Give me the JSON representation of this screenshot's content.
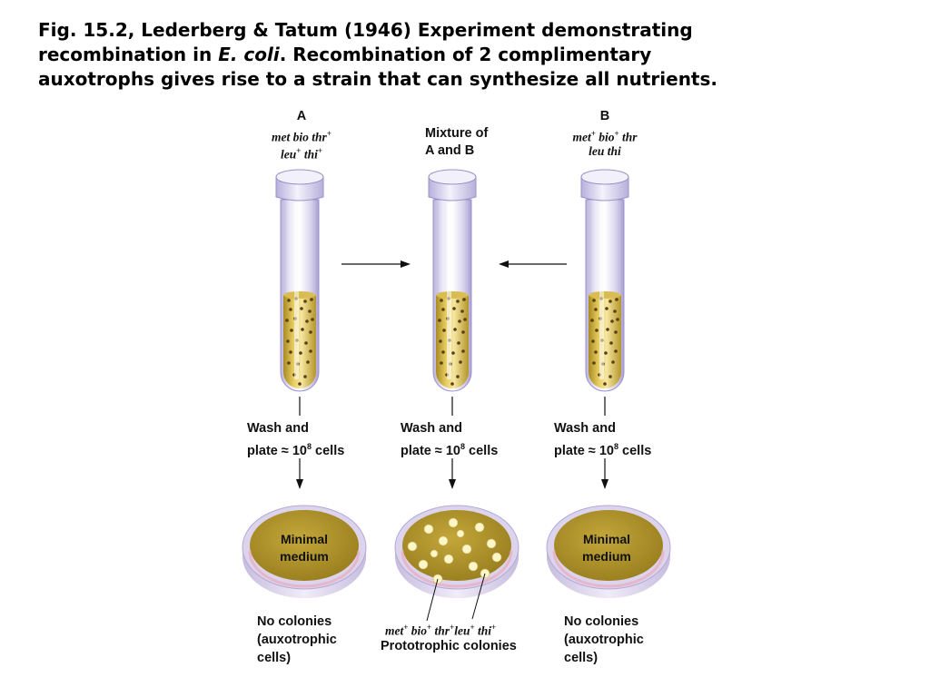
{
  "title": {
    "line1": "Fig. 15.2, Lederberg & Tatum (1946) Experiment demonstrating",
    "line2_pre": "recombination in ",
    "line2_em": "E. coli",
    "line2_post": ".  Recombination of 2 complimentary",
    "line3": "auxotrophs gives rise to a strain that can synthesize all nutrients."
  },
  "tubes": [
    {
      "label": "A",
      "genotype_line1": "met bio thr",
      "genotype_line1_sup": "+",
      "genotype_line2": "leu",
      "genotype_line2_sup1": "+",
      "genotype_line2_mid": " thi",
      "genotype_line2_sup2": "+"
    },
    {
      "label_line1": "Mixture of",
      "label_line2": "A and B"
    },
    {
      "label": "B",
      "genotype_line1_a": "met",
      "genotype_line1_sup1": "+",
      "genotype_line1_b": " bio",
      "genotype_line1_sup2": "+",
      "genotype_line1_c": " thr",
      "genotype_line2": "leu thi"
    }
  ],
  "step": {
    "line1": "Wash and",
    "line2_pre": "plate ≈ 10",
    "line2_sup": "8",
    "line2_post": " cells"
  },
  "plates": [
    {
      "medium_line1": "Minimal",
      "medium_line2": "medium"
    },
    {},
    {
      "medium_line1": "Minimal",
      "medium_line2": "medium"
    }
  ],
  "results": {
    "left": [
      "No colonies",
      "(auxotrophic",
      "cells)"
    ],
    "middle_genotype": {
      "a": "met",
      "b": " bio",
      "c": " thr",
      "d": "leu",
      "e": " thi",
      "sup": "+"
    },
    "middle_label": "Prototrophic colonies",
    "right": [
      "No colonies",
      "(auxotrophic",
      "cells)"
    ]
  },
  "colors": {
    "medium": "#b89a2c",
    "medium_dark": "#8f7418",
    "tube_glass": "#c9c3e4",
    "cap": "#dcd8f0",
    "colony": "#fff6c8",
    "dish_rim": "#d8cfe8",
    "dish_pink": "#e8b7c8"
  }
}
